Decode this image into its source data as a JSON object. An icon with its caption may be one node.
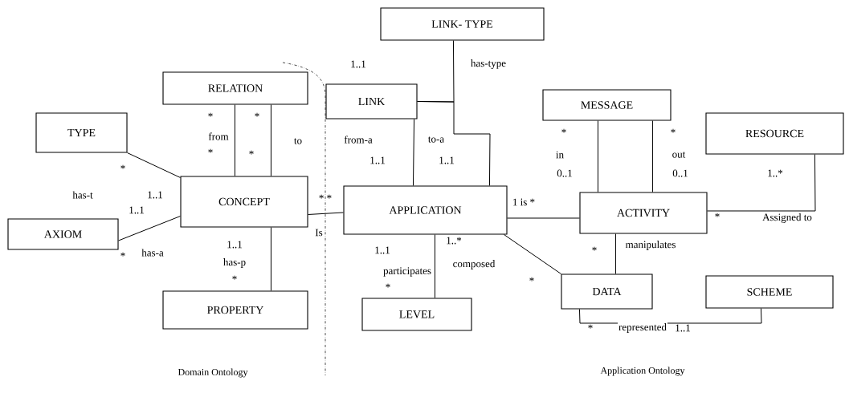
{
  "diagram": {
    "nodes": [
      {
        "text": [
          "LINK- TYPE"
        ]
      },
      {
        "text": [
          "RELATION"
        ]
      },
      {
        "text": [
          "TYPE"
        ]
      },
      {
        "text": [
          "LINK"
        ]
      },
      {
        "text": [
          "MESSAGE"
        ]
      },
      {
        "text": [
          "RESOURCE"
        ]
      },
      {
        "text": [
          "CONCEPT"
        ]
      },
      {
        "text": [
          "AXIOM"
        ]
      },
      {
        "text": [
          "APPLICATION"
        ]
      },
      {
        "text": [
          "ACTIVITY"
        ]
      },
      {
        "text": [
          "PROPERTY"
        ]
      },
      {
        "text": [
          "LEVEL"
        ]
      },
      {
        "text": [
          "DATA"
        ]
      },
      {
        "text": [
          "SCHEME"
        ]
      }
    ],
    "edges": [
      {
        "from": 2,
        "to": 6,
        "arrow": "none",
        "label": "has-t"
      },
      {
        "from": 7,
        "to": 6,
        "arrow": "none",
        "label": "has-a"
      },
      {
        "from": 1,
        "to": 6,
        "arrow": "none",
        "label": "from"
      },
      {
        "from": 1,
        "to": 6,
        "arrow": "none",
        "label": "to"
      },
      {
        "from": 6,
        "to": 10,
        "arrow": "none",
        "label": "has-p"
      },
      {
        "from": 6,
        "to": 8,
        "arrow": "none",
        "label": "Is"
      },
      {
        "from": 0,
        "to": 3,
        "arrow": "none",
        "label": "has-type"
      },
      {
        "from": 3,
        "to": 8,
        "arrow": "none",
        "label": "from-a"
      },
      {
        "from": 3,
        "to": 8,
        "arrow": "none",
        "label": "to-a"
      },
      {
        "from": 8,
        "to": 9,
        "arrow": "none",
        "label": "1 is *"
      },
      {
        "from": 8,
        "to": 11,
        "arrow": "none",
        "label": "participates"
      },
      {
        "from": 8,
        "to": 12,
        "arrow": "none",
        "label": "composed"
      },
      {
        "from": 4,
        "to": 9,
        "arrow": "none",
        "label": "in"
      },
      {
        "from": 4,
        "to": 9,
        "arrow": "none",
        "label": "out"
      },
      {
        "from": 9,
        "to": 5,
        "arrow": "none",
        "label": "Assigned to"
      },
      {
        "from": 9,
        "to": 12,
        "arrow": "none",
        "label": "manipulates"
      },
      {
        "from": 12,
        "to": 13,
        "arrow": "none",
        "label": "represented"
      }
    ],
    "labels": [
      "*",
      "*",
      "*",
      "*",
      "*",
      "1..1",
      "1..1",
      "*",
      "1..1",
      "*",
      "* *",
      "1..1",
      "1..1",
      "1..1",
      "1..1",
      "*",
      "1..*",
      "*",
      "*",
      "0..1",
      "*",
      "0..1",
      "1..*",
      "*",
      "*",
      "*",
      "1..1",
      "Domain Ontology",
      "Application Ontology"
    ]
  }
}
